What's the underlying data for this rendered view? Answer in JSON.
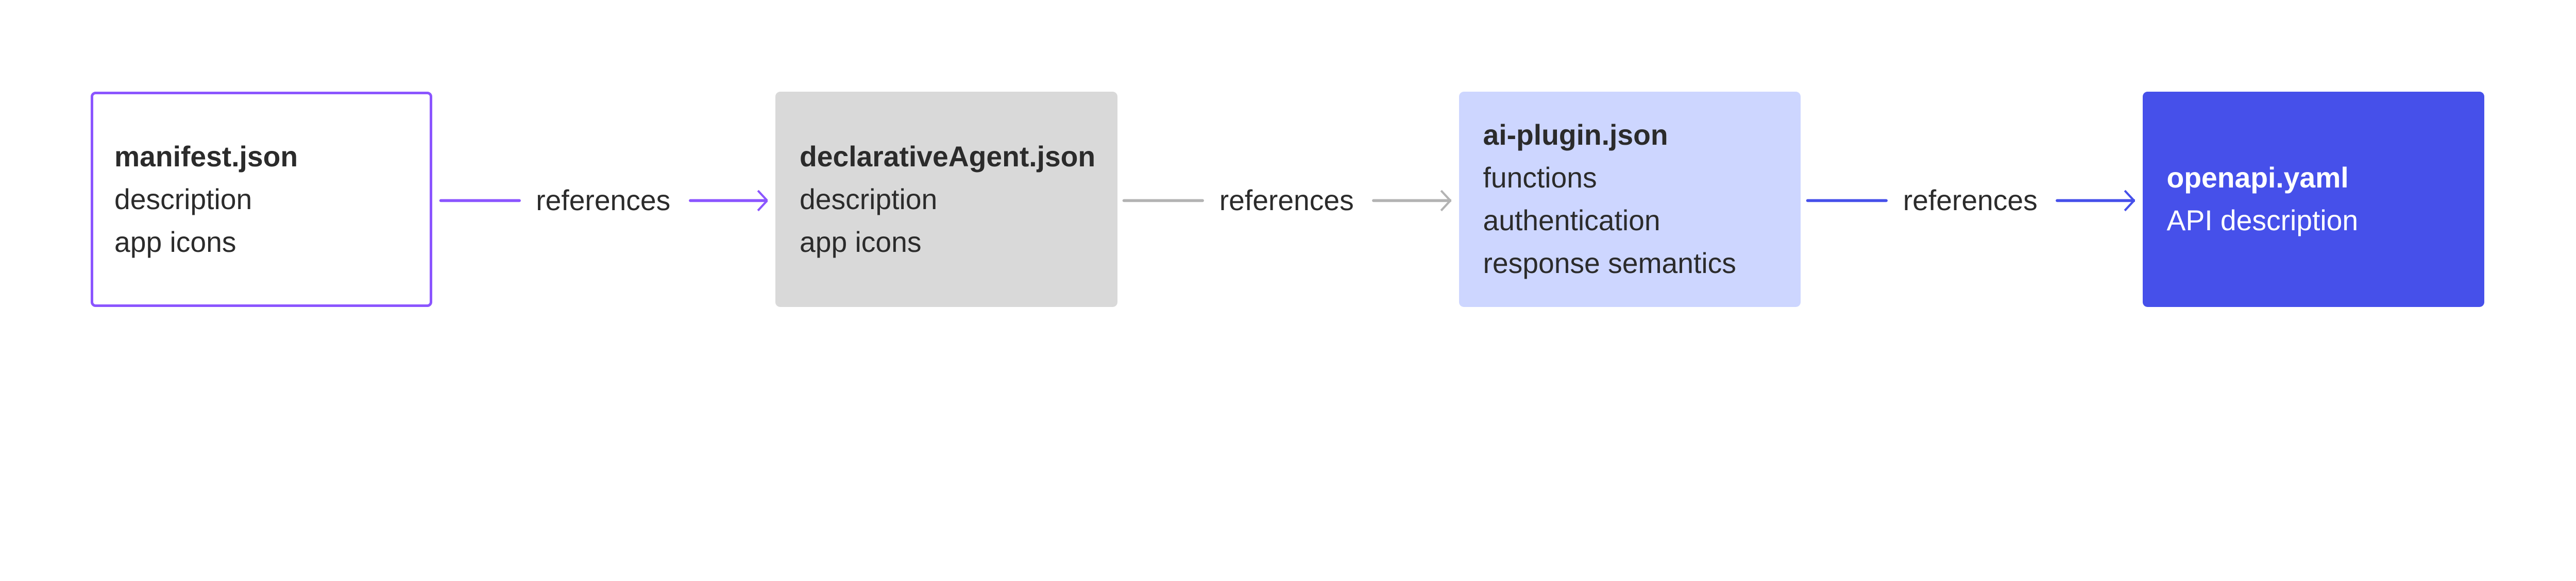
{
  "colors": {
    "purple": "#8B55FF",
    "gray_box": "#D9D9D9",
    "gray_arrow": "#B3B3B3",
    "light_blue": "#CDD6FF",
    "blue": "#4650EA",
    "text": "#2b2b2b"
  },
  "nodes": [
    {
      "title": "manifest.json",
      "lines": [
        "description",
        "app icons"
      ]
    },
    {
      "title": "declarativeAgent.json",
      "lines": [
        "description",
        "app icons"
      ]
    },
    {
      "title": "ai-plugin.json",
      "lines": [
        "functions",
        "authentication",
        "response semantics"
      ]
    },
    {
      "title": "openapi.yaml",
      "lines": [
        "API description"
      ]
    }
  ],
  "edges": [
    {
      "from": "manifest.json",
      "to": "declarativeAgent.json",
      "label": "references"
    },
    {
      "from": "declarativeAgent.json",
      "to": "ai-plugin.json",
      "label": "references"
    },
    {
      "from": "ai-plugin.json",
      "to": "openapi.yaml",
      "label": "references"
    }
  ]
}
